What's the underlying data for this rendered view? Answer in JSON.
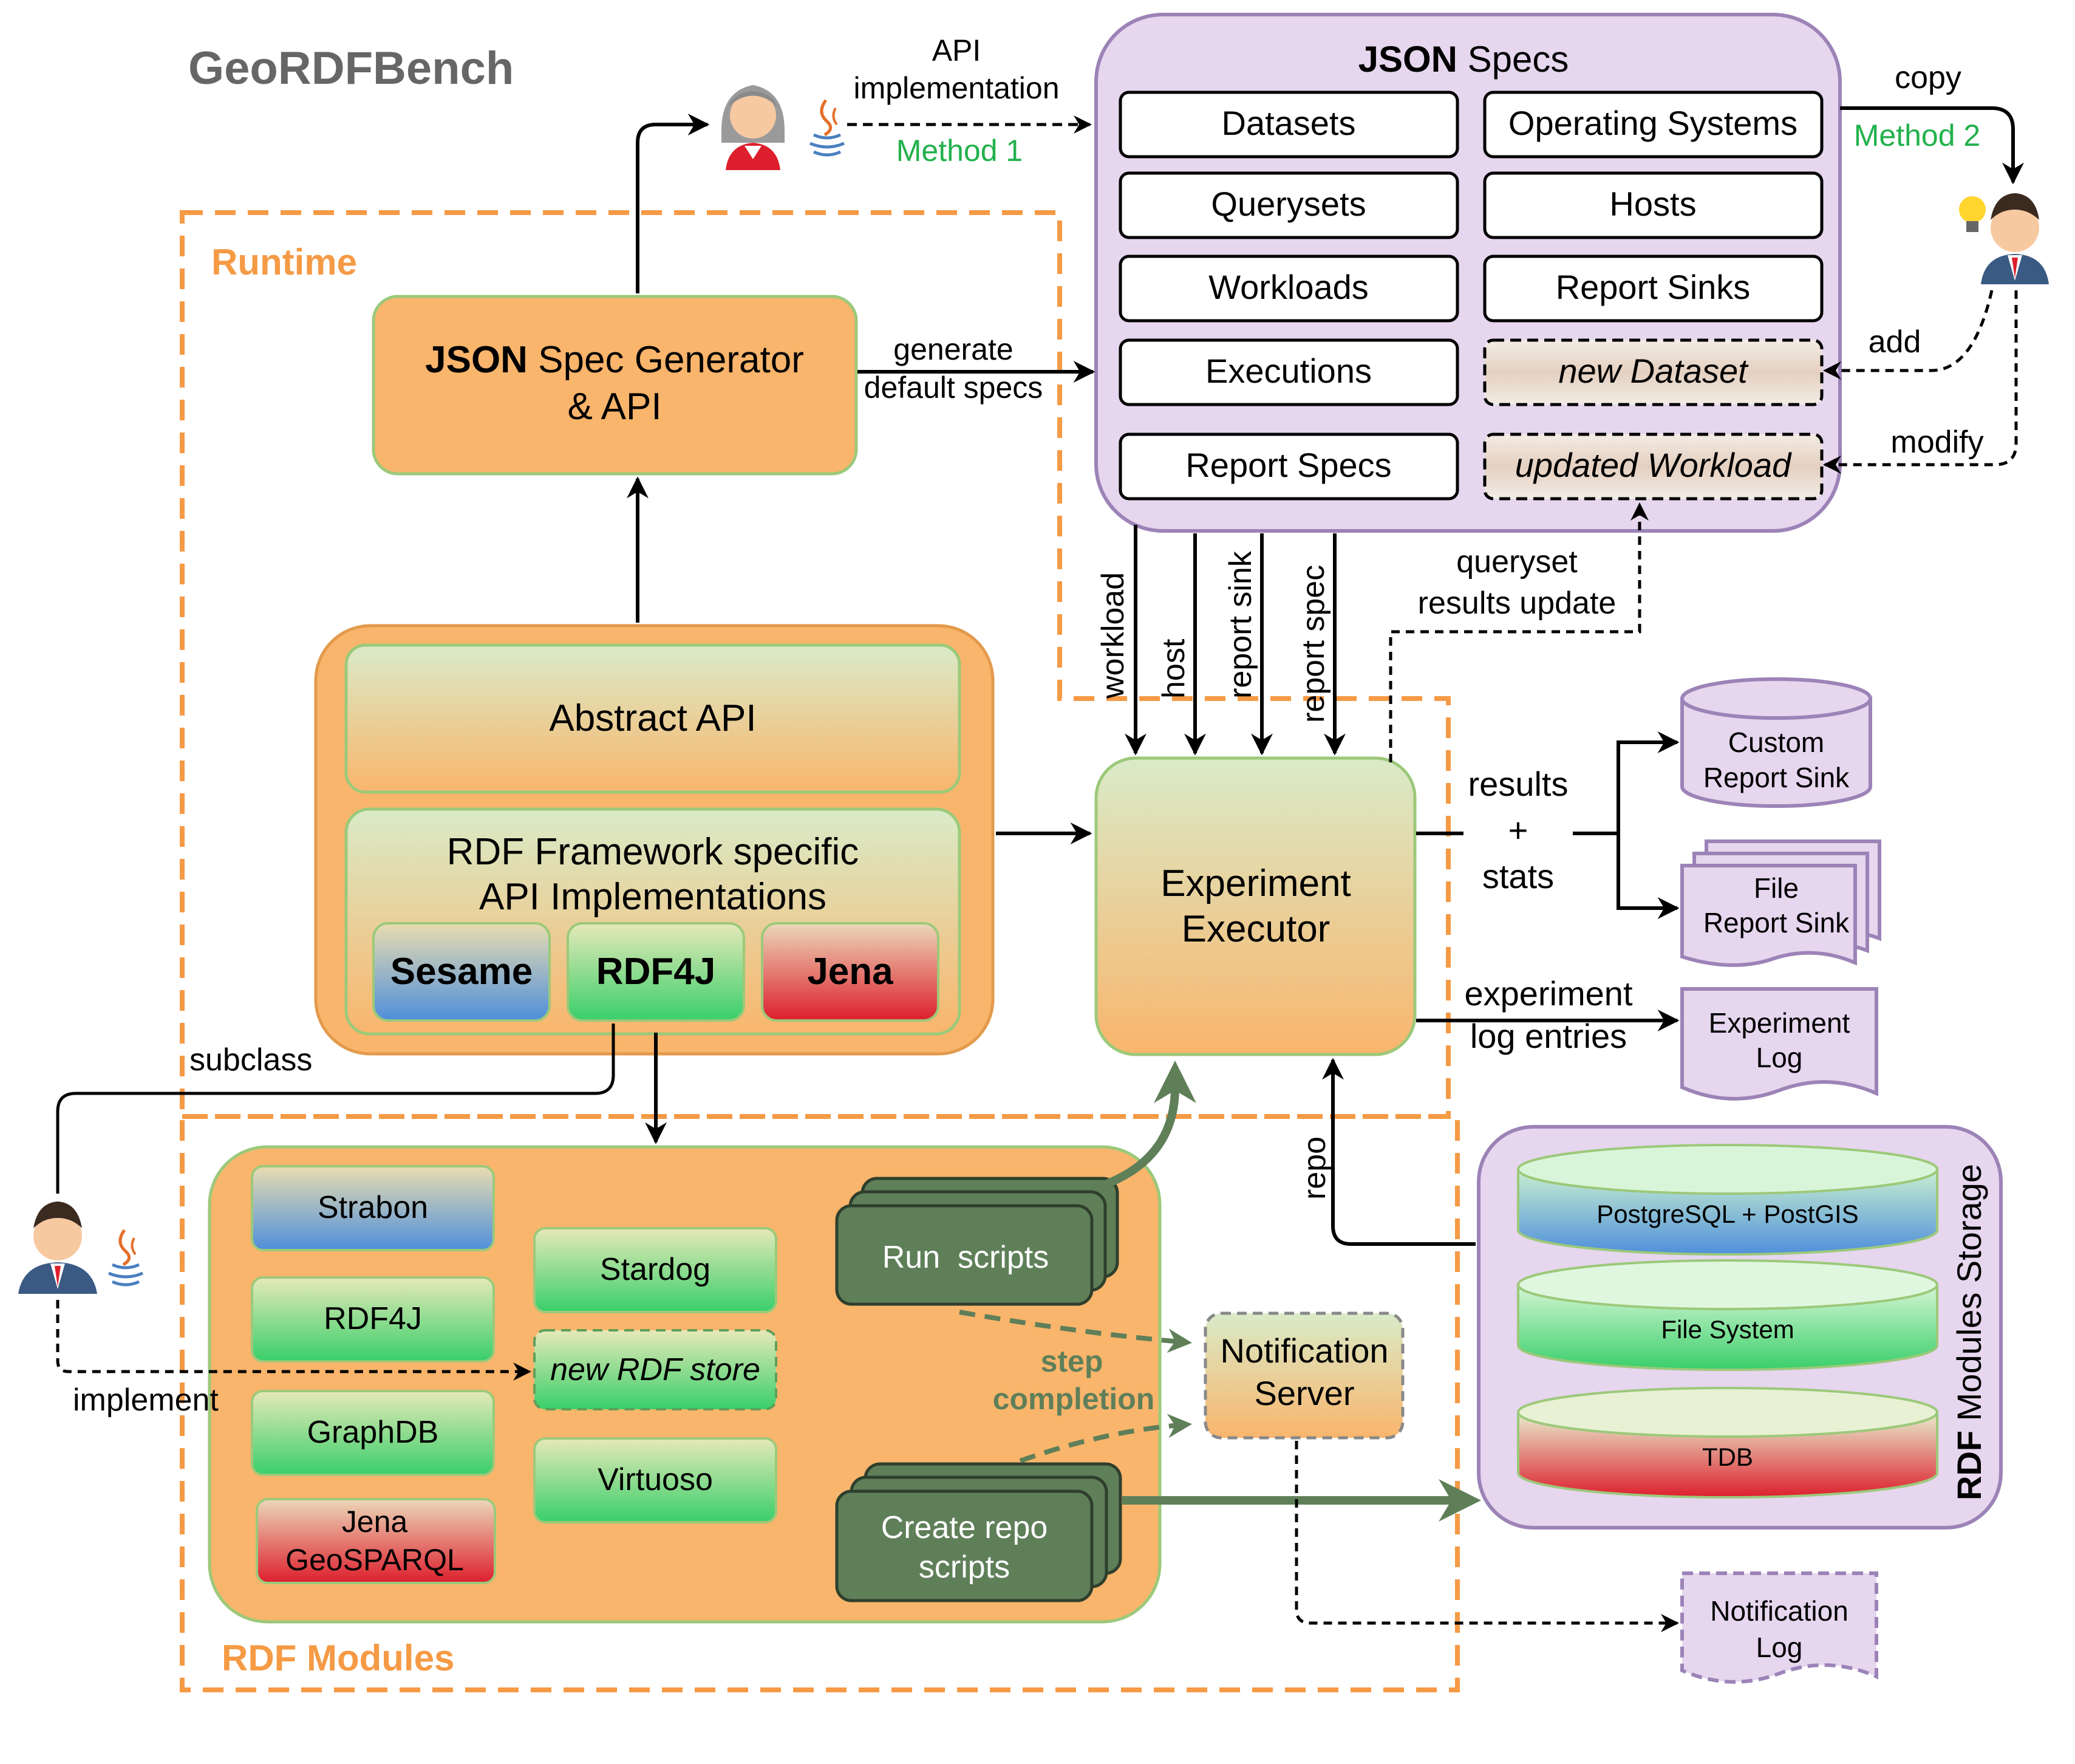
{
  "title": "GeoRDFBench",
  "regions": {
    "runtime": "Runtime",
    "rdf_modules": "RDF Modules"
  },
  "api_impl": {
    "label_line1": "API",
    "label_line2": "implementation",
    "method": "Method 1"
  },
  "json_specs": {
    "title_bold": "JSON",
    "title_rest": " Specs",
    "left_items": [
      "Datasets",
      "Querysets",
      "Workloads",
      "Executions",
      "Report Specs"
    ],
    "right_items": [
      "Operating Systems",
      "Hosts",
      "Report Sinks"
    ],
    "new_dataset": "new Dataset",
    "updated_workload": "updated Workload"
  },
  "user_right": {
    "copy": "copy",
    "method": "Method 2",
    "add": "add",
    "modify": "modify"
  },
  "spec_generator": {
    "bold": "JSON",
    "line1_rest": " Spec Generator",
    "line2": "& API",
    "edge_line1": "generate",
    "edge_line2": "default specs"
  },
  "abstract_api": "Abstract API",
  "rdf_specific": {
    "line1": "RDF Framework specific",
    "line2": "API Implementations",
    "frameworks": [
      "Sesame",
      "RDF4J",
      "Jena"
    ]
  },
  "executor": {
    "line1": "Experiment",
    "line2": "Executor"
  },
  "executor_inputs": [
    "workload",
    "host",
    "report sink",
    "report spec"
  ],
  "queryset_update": {
    "line1": "queryset",
    "line2": "results update"
  },
  "outputs": {
    "results": "results",
    "plus": "+",
    "stats": "stats",
    "log_line1": "experiment",
    "log_line2": "log entries"
  },
  "sinks": {
    "custom_line1": "Custom",
    "custom_line2": "Report Sink",
    "file_line1": "File",
    "file_line2": "Report Sink",
    "explog_line1": "Experiment",
    "explog_line2": "Log"
  },
  "subclass": "subclass",
  "implement": "implement",
  "rdf_stores": {
    "left": [
      "Strabon",
      "RDF4J",
      "GraphDB"
    ],
    "jena_line1": "Jena",
    "jena_line2": "GeoSPARQL",
    "middle": [
      "Stardog",
      "new RDF store",
      "Virtuoso"
    ]
  },
  "scripts": {
    "run": "Run  scripts",
    "create_line1": "Create repo",
    "create_line2": "scripts"
  },
  "step_completion": {
    "line1": "step",
    "line2": "completion"
  },
  "notification": {
    "server_line1": "Notification",
    "server_line2": "Server",
    "log_line1": "Notification",
    "log_line2": "Log"
  },
  "repo": "repo",
  "storage": {
    "title_bold": "RDF",
    "title_rest": " Modules Storage",
    "items": [
      "PostgreSQL + PostGIS",
      "File System",
      "TDB"
    ]
  },
  "colors": {
    "orange_fill": "#f9b56c",
    "orange_dash": "#f59a45",
    "purple_fill": "#e6d6ee",
    "purple_stroke": "#9c83b7",
    "green_dark": "#5f7f59",
    "green_text": "#22b14c",
    "blue": "#4f8fdb",
    "green": "#39cf6a",
    "red": "#dd1f2d"
  }
}
